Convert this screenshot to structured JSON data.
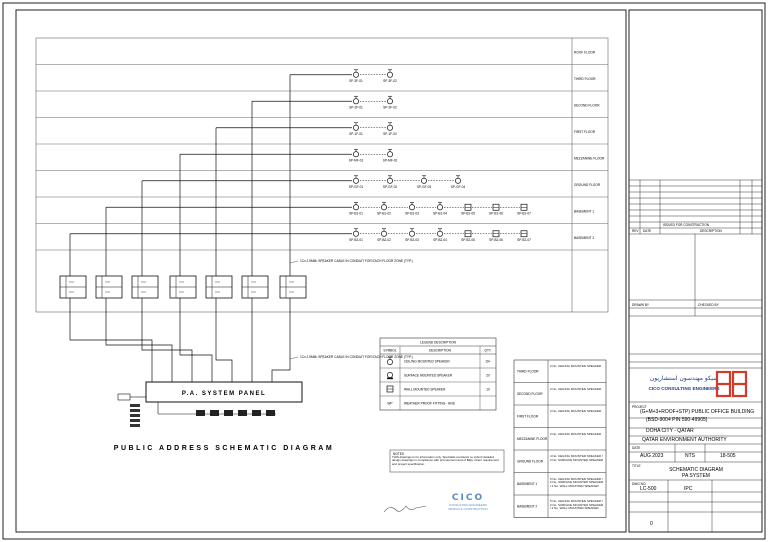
{
  "floors": [
    {
      "label": "ROOF FLOOR",
      "speakers": []
    },
    {
      "label": "THIRD FLOOR",
      "speakers": [
        "SP-3F-01",
        "SP-3F-02"
      ]
    },
    {
      "label": "SECOND FLOOR",
      "speakers": [
        "SP-2F-01",
        "SP-2F-02"
      ]
    },
    {
      "label": "FIRST FLOOR",
      "speakers": [
        "SP-1F-01",
        "SP-1F-02"
      ]
    },
    {
      "label": "MEZZANINE FLOOR",
      "speakers": [
        "SP-MF-01",
        "SP-MF-02"
      ]
    },
    {
      "label": "GROUND FLOOR",
      "speakers": [
        "SP-GF-01",
        "SP-GF-02",
        "SP-GF-03",
        "SP-GF-04"
      ]
    },
    {
      "label": "BASEMENT 1",
      "speakers": [
        "SP-B1-01",
        "SP-B1-02",
        "SP-B1-03",
        "SP-B1-04",
        "SP-B1-05",
        "SP-B1-06",
        "SP-B1-07"
      ]
    },
    {
      "label": "BASEMENT 2",
      "speakers": [
        "SP-B2-01",
        "SP-B2-02",
        "SP-B2-03",
        "SP-B2-04",
        "SP-B2-05",
        "SP-B2-06",
        "SP-B2-07"
      ]
    }
  ],
  "riser_note_1": "1Cx 2.5MM² SPEAKER CABLE IN CONDUIT FOR EACH FLOOR ZONE (TYP.)",
  "riser_note_2": "1Cx 2.5MM² SPEAKER CABLE IN CONDUIT FOR EACH FLOOR ZONE (TYP.)",
  "panel_title": "P.A. SYSTEM PANEL",
  "diagram_title": "PUBLIC ADDRESS SCHEMATIC DIAGRAM",
  "legend": {
    "title": "LEGEND DESCRIPTION",
    "headers": [
      "SYMBOL",
      "DESCRIPTION",
      "QTY."
    ],
    "rows": [
      {
        "symbol": "ceiling",
        "description": "CEILING MOUNTED SPEAKER",
        "qty": "19+"
      },
      {
        "symbol": "surface",
        "description": "SURFACE MOUNTED SPEAKER",
        "qty": "20"
      },
      {
        "symbol": "wall",
        "description": "WALL MOUNTED SPEAKER",
        "qty": "10"
      },
      {
        "symbol": "text",
        "symbol_text": "WP",
        "description": "WEATHER PROOF FITTING - HNS",
        "qty": ""
      }
    ]
  },
  "zone_table": [
    {
      "floor": "THIRD FLOOR",
      "desc": "2 No. CEILING MOUNTED SPEAKER"
    },
    {
      "floor": "SECOND FLOOR",
      "desc": "2 No. CEILING MOUNTED SPEAKER"
    },
    {
      "floor": "FIRST FLOOR",
      "desc": "2 No. CEILING MOUNTED SPEAKER"
    },
    {
      "floor": "MEZZANINE FLOOR",
      "desc": "2 No. CEILING MOUNTED SPEAKER"
    },
    {
      "floor": "GROUND FLOOR",
      "desc": "4 No. CEILING MOUNTED SPEAKER / 2 No. SURFACE MOUNTED SPEAKER"
    },
    {
      "floor": "BASEMENT 1",
      "desc": "5 No. CEILING MOUNTED SPEAKER / 2 No. SURFACE MOUNTED SPEAKER / 2 No. WALL MOUNTED SPEAKER"
    },
    {
      "floor": "BASEMENT 2",
      "desc": "5 No. CEILING MOUNTED SPEAKER / 2 No. SURFACE MOUNTED SPEAKER / 2 No. WALL MOUNTED SPEAKER"
    }
  ],
  "notes": {
    "title": "NOTES",
    "body": "THIS drawings is for information only. Specialist contractor to submit detailed design drawings in compliance with procurement and of Bldg. Client requirement and project specification."
  },
  "stamp": {
    "logo": "CICO",
    "line1": "CONSULTING ENGINEERS",
    "line2": "DESIGN & CONSTRUCTION"
  },
  "title_block": {
    "rev_header": [
      "REV",
      "DATE",
      "DESCRIPTION"
    ],
    "issued": "ISSUED FOR CONSTRUCTION",
    "drawn_label": "DRAWN BY",
    "check_label": "CHECKED BY",
    "consultant_arabic": "سيكو مهندسون استشاريون",
    "consultant_name": "CICO CONSULTING ENGINEERS",
    "project_label": "PROJECT",
    "project": "(G+M+3+ROOF+STP) PUBLIC OFFICE BUILDING",
    "project_sub": "(BSD-9004 PIN 590-49905)",
    "location": "DOHA CITY - QATAR",
    "client": "QATAR ENVIRONMENT AUTHORITY",
    "date_label": "DATE",
    "date": "AUG 2023",
    "scale": "NTS",
    "title_label": "TITLE",
    "title": "SCHEMATIC DIAGRAM",
    "title_sub": "PA SYSTEM",
    "dwg_label": "DWG NO.",
    "dwg_no": "LC-500",
    "dept": "IPC",
    "sheet": "18-505",
    "rev": "0"
  }
}
